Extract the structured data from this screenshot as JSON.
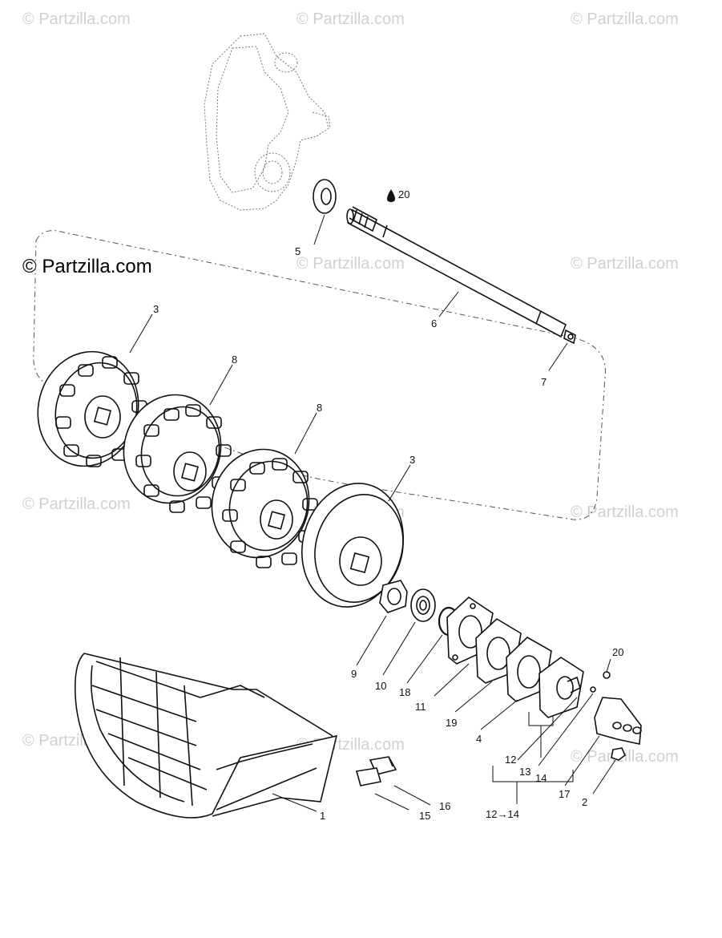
{
  "watermark": {
    "main": "© Partzilla.com",
    "repeat": "© Partzilla.com"
  },
  "callouts": {
    "c1": "1",
    "c2": "2",
    "c3a": "3",
    "c3b": "3",
    "c4": "4",
    "c5": "5",
    "c6": "6",
    "c7": "7",
    "c8a": "8",
    "c8b": "8",
    "c9": "9",
    "c10": "10",
    "c11": "11",
    "c12": "12",
    "c12to14": "12→14",
    "c13": "13",
    "c14": "14",
    "c15": "15",
    "c16": "16",
    "c17": "17",
    "c18": "18",
    "c19": "19",
    "c20a": "20",
    "c20b": "20"
  }
}
